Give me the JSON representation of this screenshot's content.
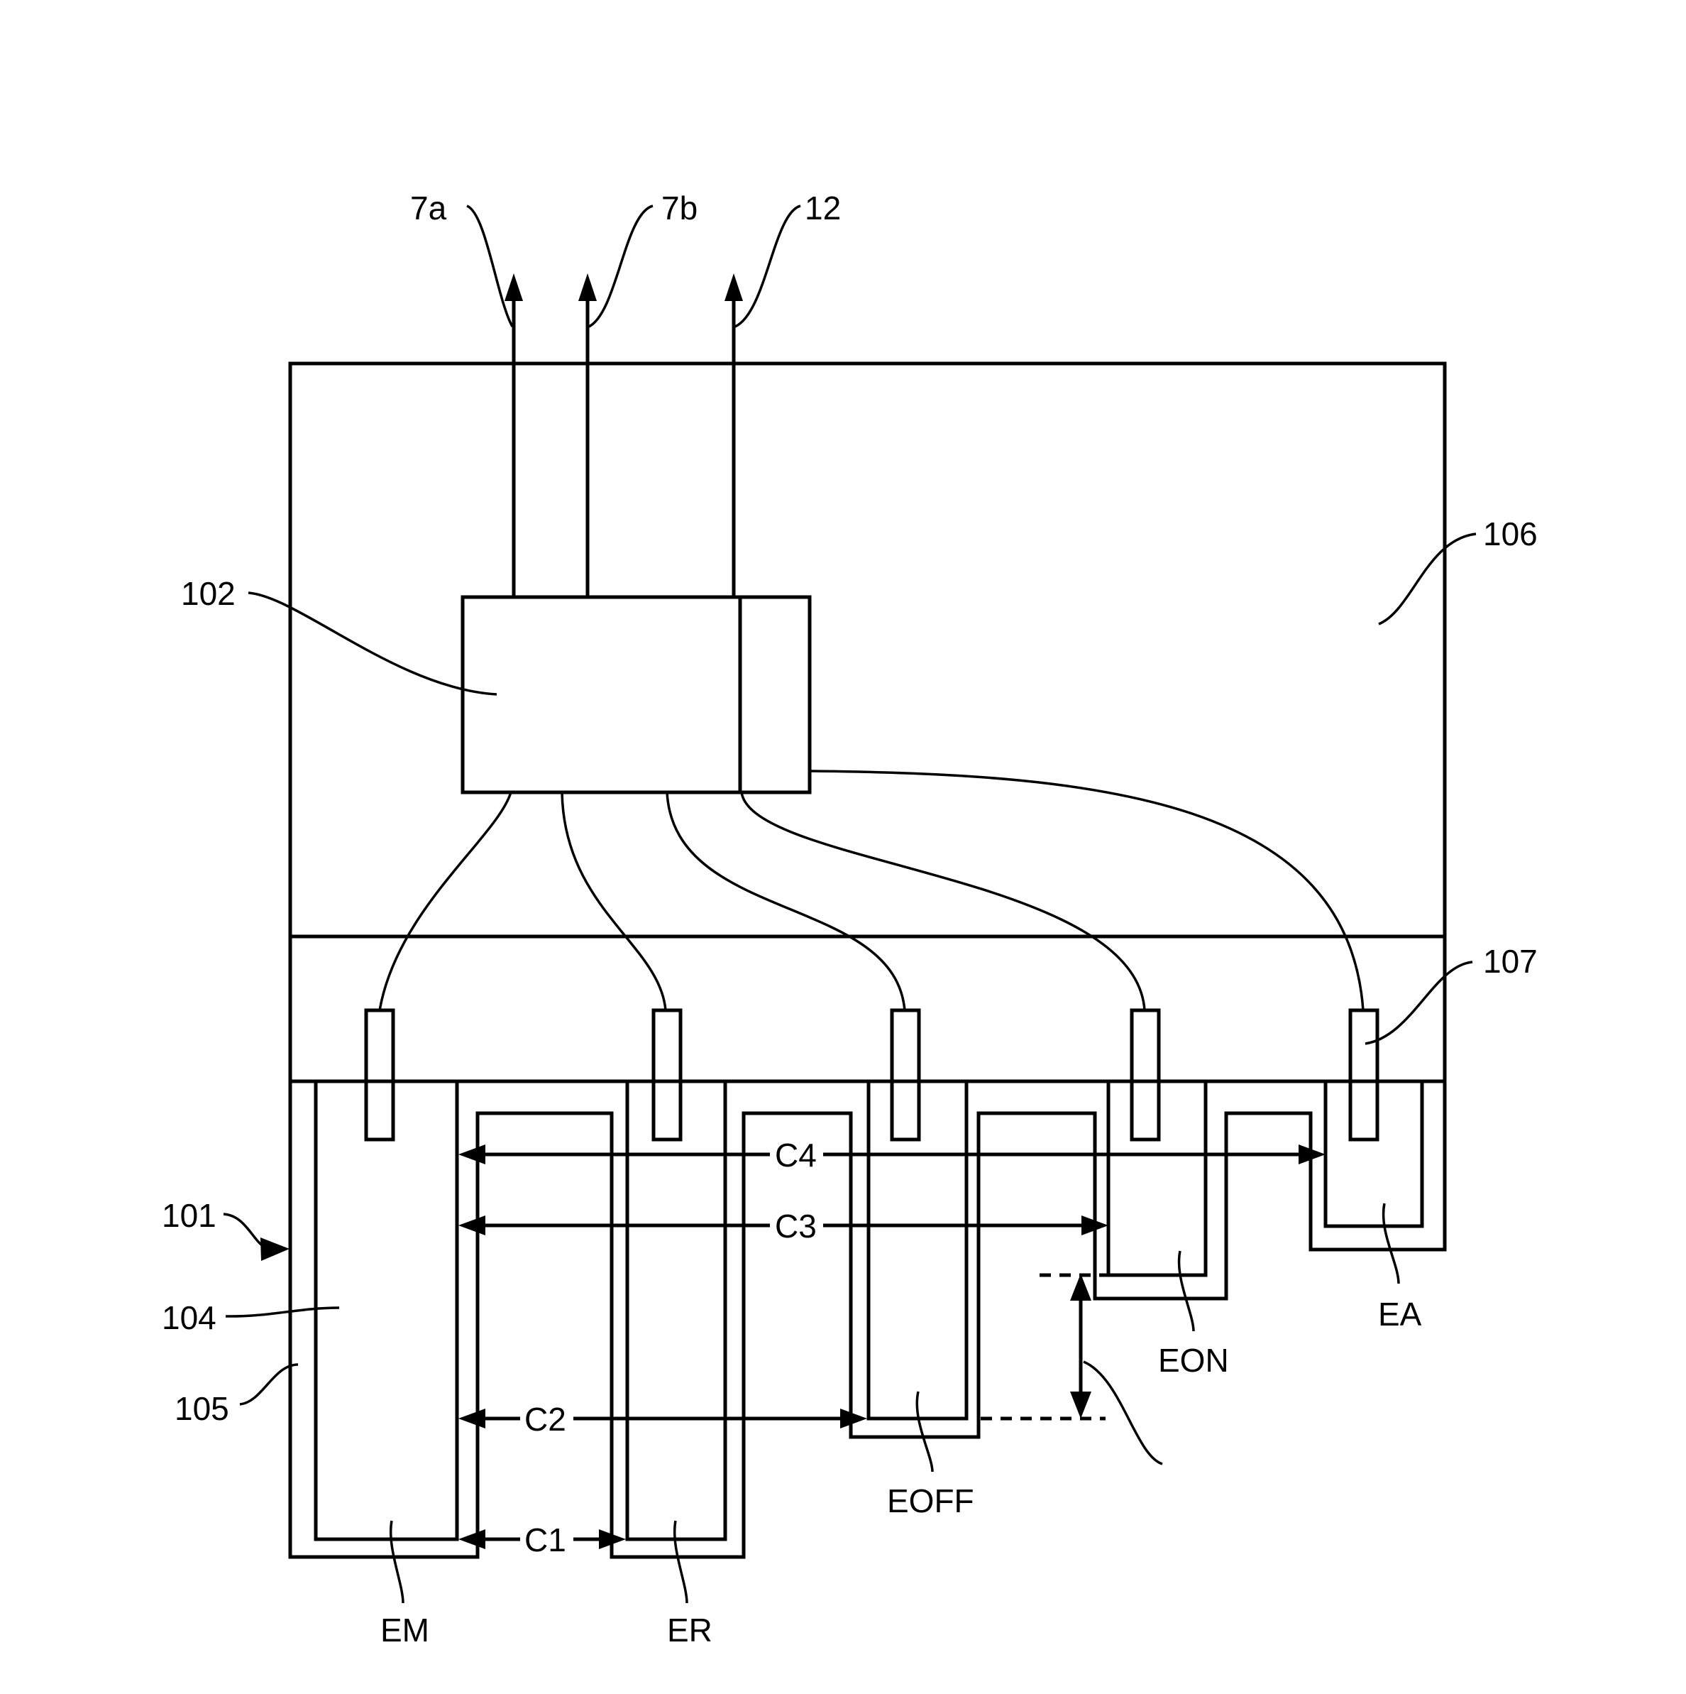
{
  "figure": {
    "description": "Patent-style schematic: control unit connected to electrode contacts in a strip, with serpentine electrode layout and capacitance dimensions",
    "colors": {
      "line": "#000000",
      "background": "#ffffff"
    }
  },
  "labels": {
    "out_7a": "7a",
    "out_7b": "7b",
    "out_12": "12",
    "ref_102": "102",
    "ref_106": "106",
    "ref_107": "107",
    "ref_101": "101",
    "ref_104": "104",
    "ref_105": "105",
    "cap_c1": "C1",
    "cap_c2": "C2",
    "cap_c3": "C3",
    "cap_c4": "C4",
    "elec_em": "EM",
    "elec_er": "ER",
    "elec_eoff": "EOFF",
    "elec_eon": "EON",
    "elec_ea": "EA"
  },
  "components": {
    "controller": "102",
    "housing": "106",
    "contact_strip": "107",
    "sensor": "101",
    "electrode_layer": "104",
    "encapsulation": "105",
    "outputs": [
      "7a",
      "7b",
      "12"
    ],
    "electrodes": [
      "EM",
      "ER",
      "EOFF",
      "EON",
      "EA"
    ],
    "capacitances": [
      {
        "name": "C1",
        "from": "EM",
        "to": "ER"
      },
      {
        "name": "C2",
        "from": "EM",
        "to": "EOFF"
      },
      {
        "name": "C3",
        "from": "EM",
        "to": "EON"
      },
      {
        "name": "C4",
        "from": "EM",
        "to": "EA"
      }
    ]
  }
}
